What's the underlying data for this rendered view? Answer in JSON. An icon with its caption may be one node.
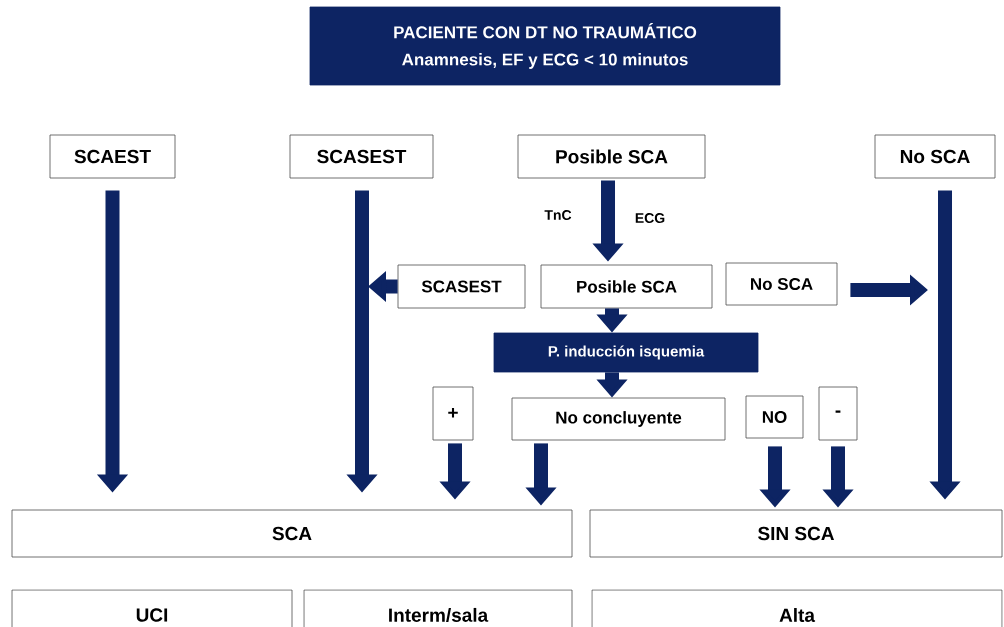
{
  "diagram": {
    "nodes": [
      {
        "text": [
          "PACIENTE CON DT NO TRAUMÁTICO",
          "Anamnesis, EF y ECG < 10 minutos"
        ]
      },
      {
        "text": [
          "SCAEST"
        ]
      },
      {
        "text": [
          "SCASEST"
        ]
      },
      {
        "text": [
          "Posible SCA"
        ]
      },
      {
        "text": [
          "No SCA"
        ]
      },
      {
        "text": [
          "SCASEST"
        ]
      },
      {
        "text": [
          "Posible SCA"
        ]
      },
      {
        "text": [
          "No SCA"
        ]
      },
      {
        "text": [
          "P. inducción  isquemia"
        ]
      },
      {
        "text": [
          "+"
        ]
      },
      {
        "text": [
          "No concluyente"
        ]
      },
      {
        "text": [
          "NO"
        ]
      },
      {
        "text": [
          "-"
        ]
      },
      {
        "text": [
          "SCA"
        ]
      },
      {
        "text": [
          "SIN SCA"
        ]
      },
      {
        "text": [
          "UCI"
        ]
      },
      {
        "text": [
          "Interm/sala"
        ]
      },
      {
        "text": [
          "Alta"
        ]
      }
    ],
    "edges": [
      {
        "from": 1,
        "to": 13,
        "arrow": "to"
      },
      {
        "from": 2,
        "to": 13,
        "arrow": "to"
      },
      {
        "from": 3,
        "to": 6,
        "arrow": "to",
        "label": "TnC"
      },
      {
        "from": 5,
        "to": null,
        "arrow": "to"
      },
      {
        "from": 7,
        "to": null,
        "arrow": "to"
      },
      {
        "from": 6,
        "to": 8,
        "arrow": "to"
      },
      {
        "from": 8,
        "to": 10,
        "arrow": "to"
      },
      {
        "from": 9,
        "to": 13,
        "arrow": "to"
      },
      {
        "from": 10,
        "to": 13,
        "arrow": "to"
      },
      {
        "from": 11,
        "to": 14,
        "arrow": "to"
      },
      {
        "from": 12,
        "to": 14,
        "arrow": "to"
      },
      {
        "from": 4,
        "to": 14,
        "arrow": "to"
      }
    ],
    "labels": [
      "ECG"
    ]
  }
}
